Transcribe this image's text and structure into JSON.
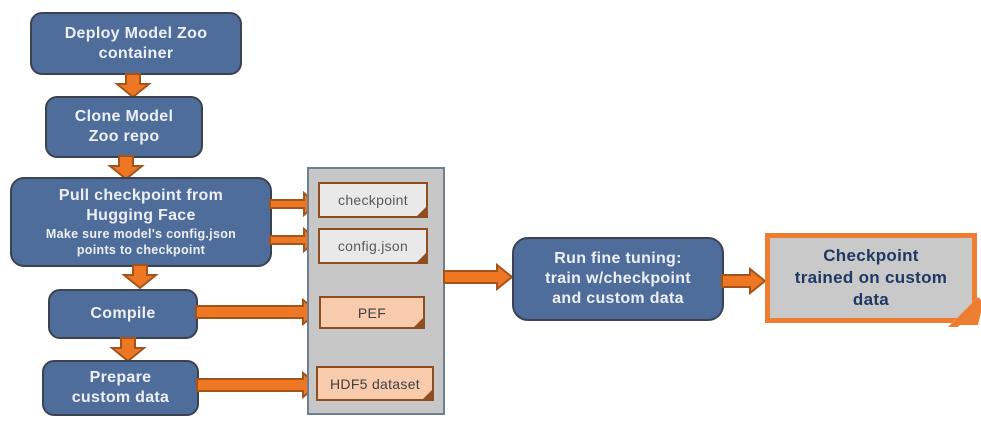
{
  "diagram": {
    "steps": {
      "deploy": "Deploy Model Zoo\ncontainer",
      "clone": "Clone Model\nZoo repo",
      "pull_title": "Pull checkpoint from\nHugging Face",
      "pull_note": "Make sure model's config.json\npoints to checkpoint",
      "compile": "Compile",
      "prepare": "Prepare\ncustom data",
      "run": "Run fine tuning:\ntrain w/checkpoint\nand custom data"
    },
    "files": {
      "checkpoint": "checkpoint",
      "config": "config.json",
      "pef": "PEF",
      "hdf5": "HDF5 dataset"
    },
    "output": "Checkpoint\ntrained on custom\ndata",
    "colors": {
      "node_fill": "#4f6d9b",
      "node_border": "#3b4351",
      "node_text": "#edeff5",
      "arrow_fill": "#ed7722",
      "arrow_border": "#a2541a",
      "container_fill": "#c7c7c7",
      "container_border": "#6e7f91",
      "file_light_fill": "#e9e9e9",
      "file_peach_fill": "#f8cbad",
      "file_border": "#8e4e22",
      "file_text": "#595959",
      "file_text_dark": "#404040",
      "output_fill": "#c9c9c9",
      "output_border": "#ed7d31",
      "output_text": "#1f3864"
    }
  }
}
